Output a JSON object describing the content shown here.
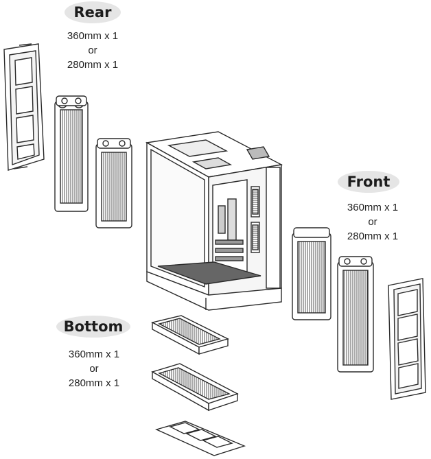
{
  "sections": {
    "rear": {
      "title": "Rear",
      "line1": "360mm x 1",
      "line2": "or",
      "line3": "280mm x 1"
    },
    "front": {
      "title": "Front",
      "line1": "360mm x 1",
      "line2": "or",
      "line3": "280mm x 1"
    },
    "bottom": {
      "title": "Bottom",
      "line1": "360mm x 1",
      "line2": "or",
      "line3": "280mm x 1"
    }
  },
  "colors": {
    "stroke": "#2a2a2a",
    "pill": "#e5e5e5",
    "fin": "#5a5a5a"
  }
}
